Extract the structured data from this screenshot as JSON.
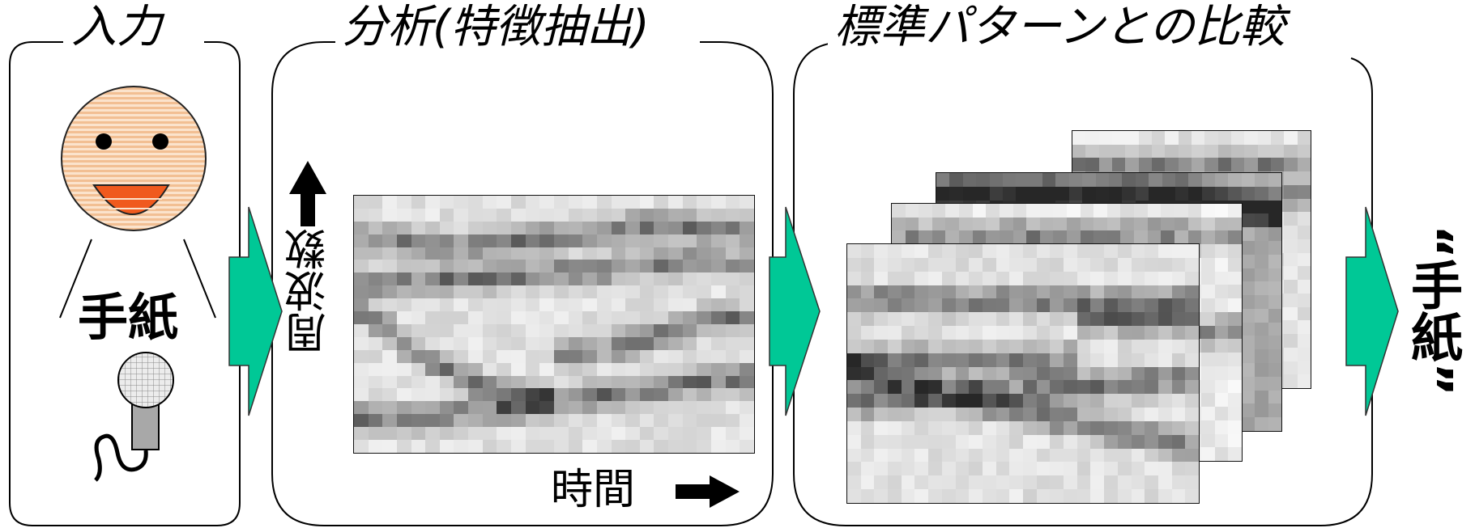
{
  "stages": {
    "input_title": "入力",
    "analysis_title": "分析(特徴抽出)",
    "compare_title": "標準パターンとの比較"
  },
  "input": {
    "spoken_word": "手紙"
  },
  "axes": {
    "frequency": "周波数",
    "time": "時間"
  },
  "output": {
    "result": "“手紙”"
  },
  "colors": {
    "arrow": "#00c896",
    "face": "#f6cba5",
    "mouth": "#f05a1e",
    "mic_head": "#d8d8d8",
    "mic_body": "#a8a8a8"
  },
  "icons": [
    "smiley-face-icon",
    "microphone-icon",
    "flow-arrow-icon",
    "axis-arrow-icon"
  ]
}
